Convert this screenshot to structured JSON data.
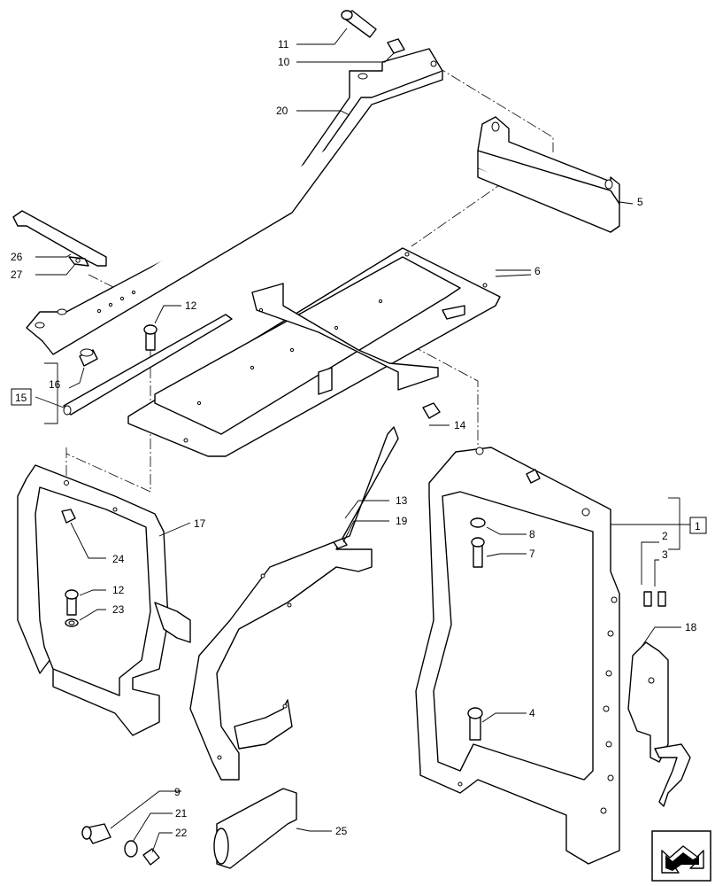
{
  "diagram": {
    "callouts": {
      "c1": "1",
      "c2": "2",
      "c3": "3",
      "c4": "4",
      "c5": "5",
      "c6": "6",
      "c7": "7",
      "c8": "8",
      "c9": "9",
      "c10": "10",
      "c11": "11",
      "c12a": "12",
      "c12b": "12",
      "c13": "13",
      "c14": "14",
      "c15": "15",
      "c16": "16",
      "c17": "17",
      "c18": "18",
      "c19": "19",
      "c20": "20",
      "c21": "21",
      "c22": "22",
      "c23": "23",
      "c24": "24",
      "c25": "25",
      "c26": "26",
      "c27": "27"
    },
    "nav_icon": "arrow-icon"
  }
}
